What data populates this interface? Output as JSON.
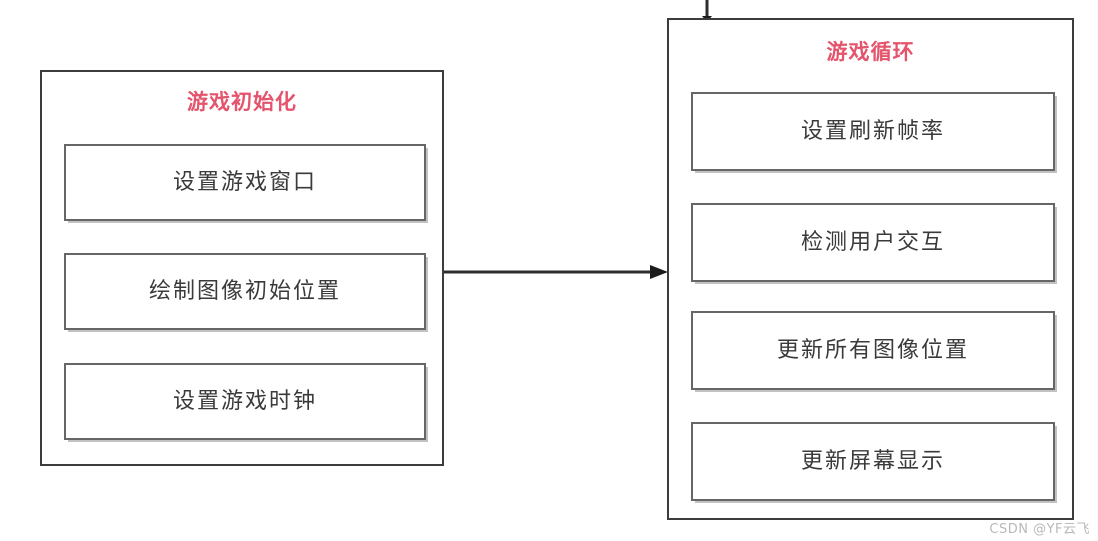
{
  "diagram": {
    "title_color": "#e4546c",
    "box_border_color": "#3c3c3c",
    "step_border_color": "#666666",
    "text_color": "#3a3a3a",
    "groups": [
      {
        "id": "init",
        "title": "游戏初始化",
        "steps": [
          {
            "label": "设置游戏窗口"
          },
          {
            "label": "绘制图像初始位置"
          },
          {
            "label": "设置游戏时钟"
          }
        ]
      },
      {
        "id": "loop",
        "title": "游戏循环",
        "steps": [
          {
            "label": "设置刷新帧率"
          },
          {
            "label": "检测用户交互"
          },
          {
            "label": "更新所有图像位置"
          },
          {
            "label": "更新屏幕显示"
          }
        ]
      }
    ],
    "connectors": [
      {
        "id": "init-to-loop",
        "from": "init",
        "to": "loop",
        "direction": "right"
      },
      {
        "id": "loop-entry",
        "from": "",
        "to": "loop",
        "direction": "down"
      }
    ]
  },
  "watermark": {
    "text": "CSDN @YF云飞"
  }
}
